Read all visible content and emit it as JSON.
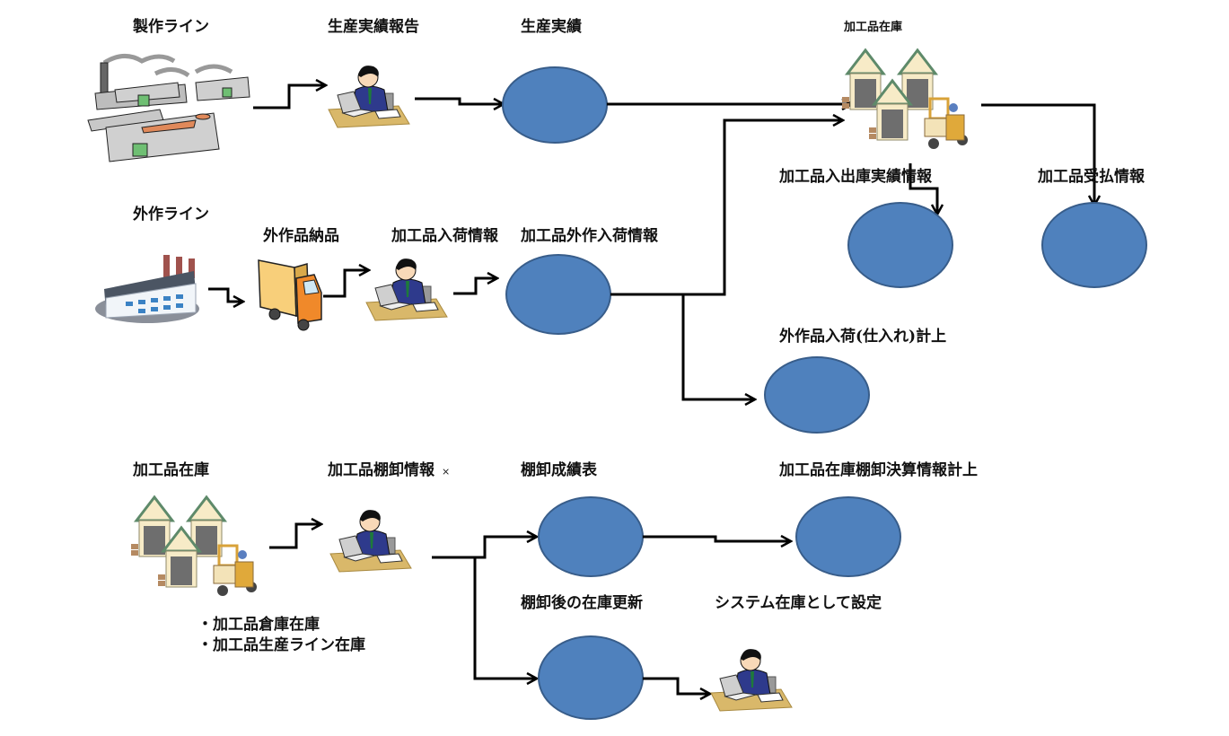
{
  "colors": {
    "node_fill": "#4F81BD",
    "node_stroke": "#385D8A",
    "connector": "#000000",
    "text": "#111111"
  },
  "sections": {
    "production": {
      "source_label": "製作ライン",
      "report_label": "生産実績報告",
      "result_label": "生産実績"
    },
    "outsourcing": {
      "source_label": "外作ライン",
      "delivery_label": "外作品納品",
      "receipt_info_label": "加工品入荷情報",
      "outsource_receipt_label": "加工品外作入荷情報",
      "purchase_label": "外作品入荷(仕入れ)計上"
    },
    "inventory": {
      "warehouse_label": "加工品在庫",
      "inout_label": "加工品入出庫実績情報",
      "receipt_payment_label": "加工品受払情報"
    },
    "stocktaking": {
      "warehouse_label": "加工品在庫",
      "stocktake_info_label": "加工品棚卸情報",
      "stocktake_info_mark": "×",
      "result_table_label": "棚卸成績表",
      "settlement_label": "加工品在庫棚卸決算情報計上",
      "update_label": "棚卸後の在庫更新",
      "system_set_label": "システム在庫として設定",
      "notes": [
        "・加工品倉庫在庫",
        "・加工品生産ライン在庫"
      ]
    }
  },
  "icons": {
    "factory": "factory-icon",
    "worker_laptop": "person-laptop-icon",
    "warehouse": "warehouse-forklift-icon",
    "truck": "delivery-truck-icon",
    "modern_factory": "modern-factory-icon"
  }
}
